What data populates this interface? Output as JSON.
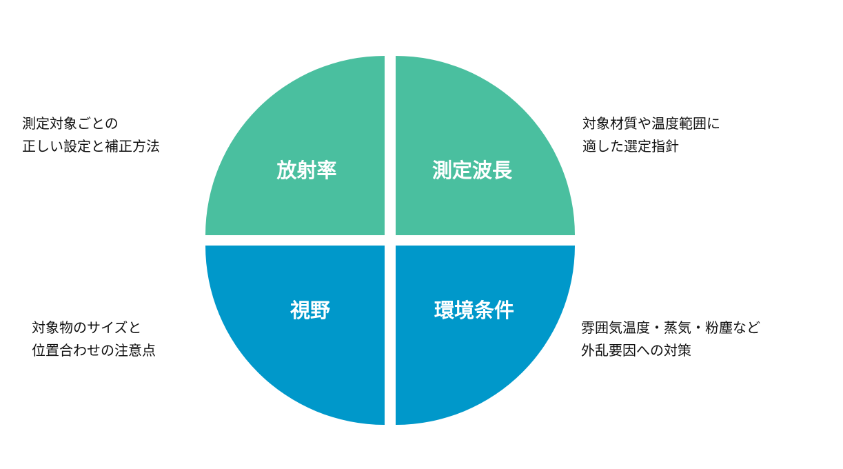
{
  "colors": {
    "top": "#4abf9f",
    "bottom": "#0098ca"
  },
  "quadrants": [
    {
      "label": "放射率",
      "position": "top-left"
    },
    {
      "label": "測定波長",
      "position": "top-right"
    },
    {
      "label": "視野",
      "position": "bottom-left"
    },
    {
      "label": "環境条件",
      "position": "bottom-right"
    }
  ],
  "notes": {
    "top_left": [
      "測定対象ごとの",
      "正しい設定と補正方法"
    ],
    "top_right": [
      "対象材質や温度範囲に",
      "適した選定指針"
    ],
    "bottom_left": [
      "対象物のサイズと",
      "位置合わせの注意点"
    ],
    "bottom_right": [
      "雰囲気温度・蒸気・粉塵など",
      "外乱要因への対策"
    ]
  }
}
